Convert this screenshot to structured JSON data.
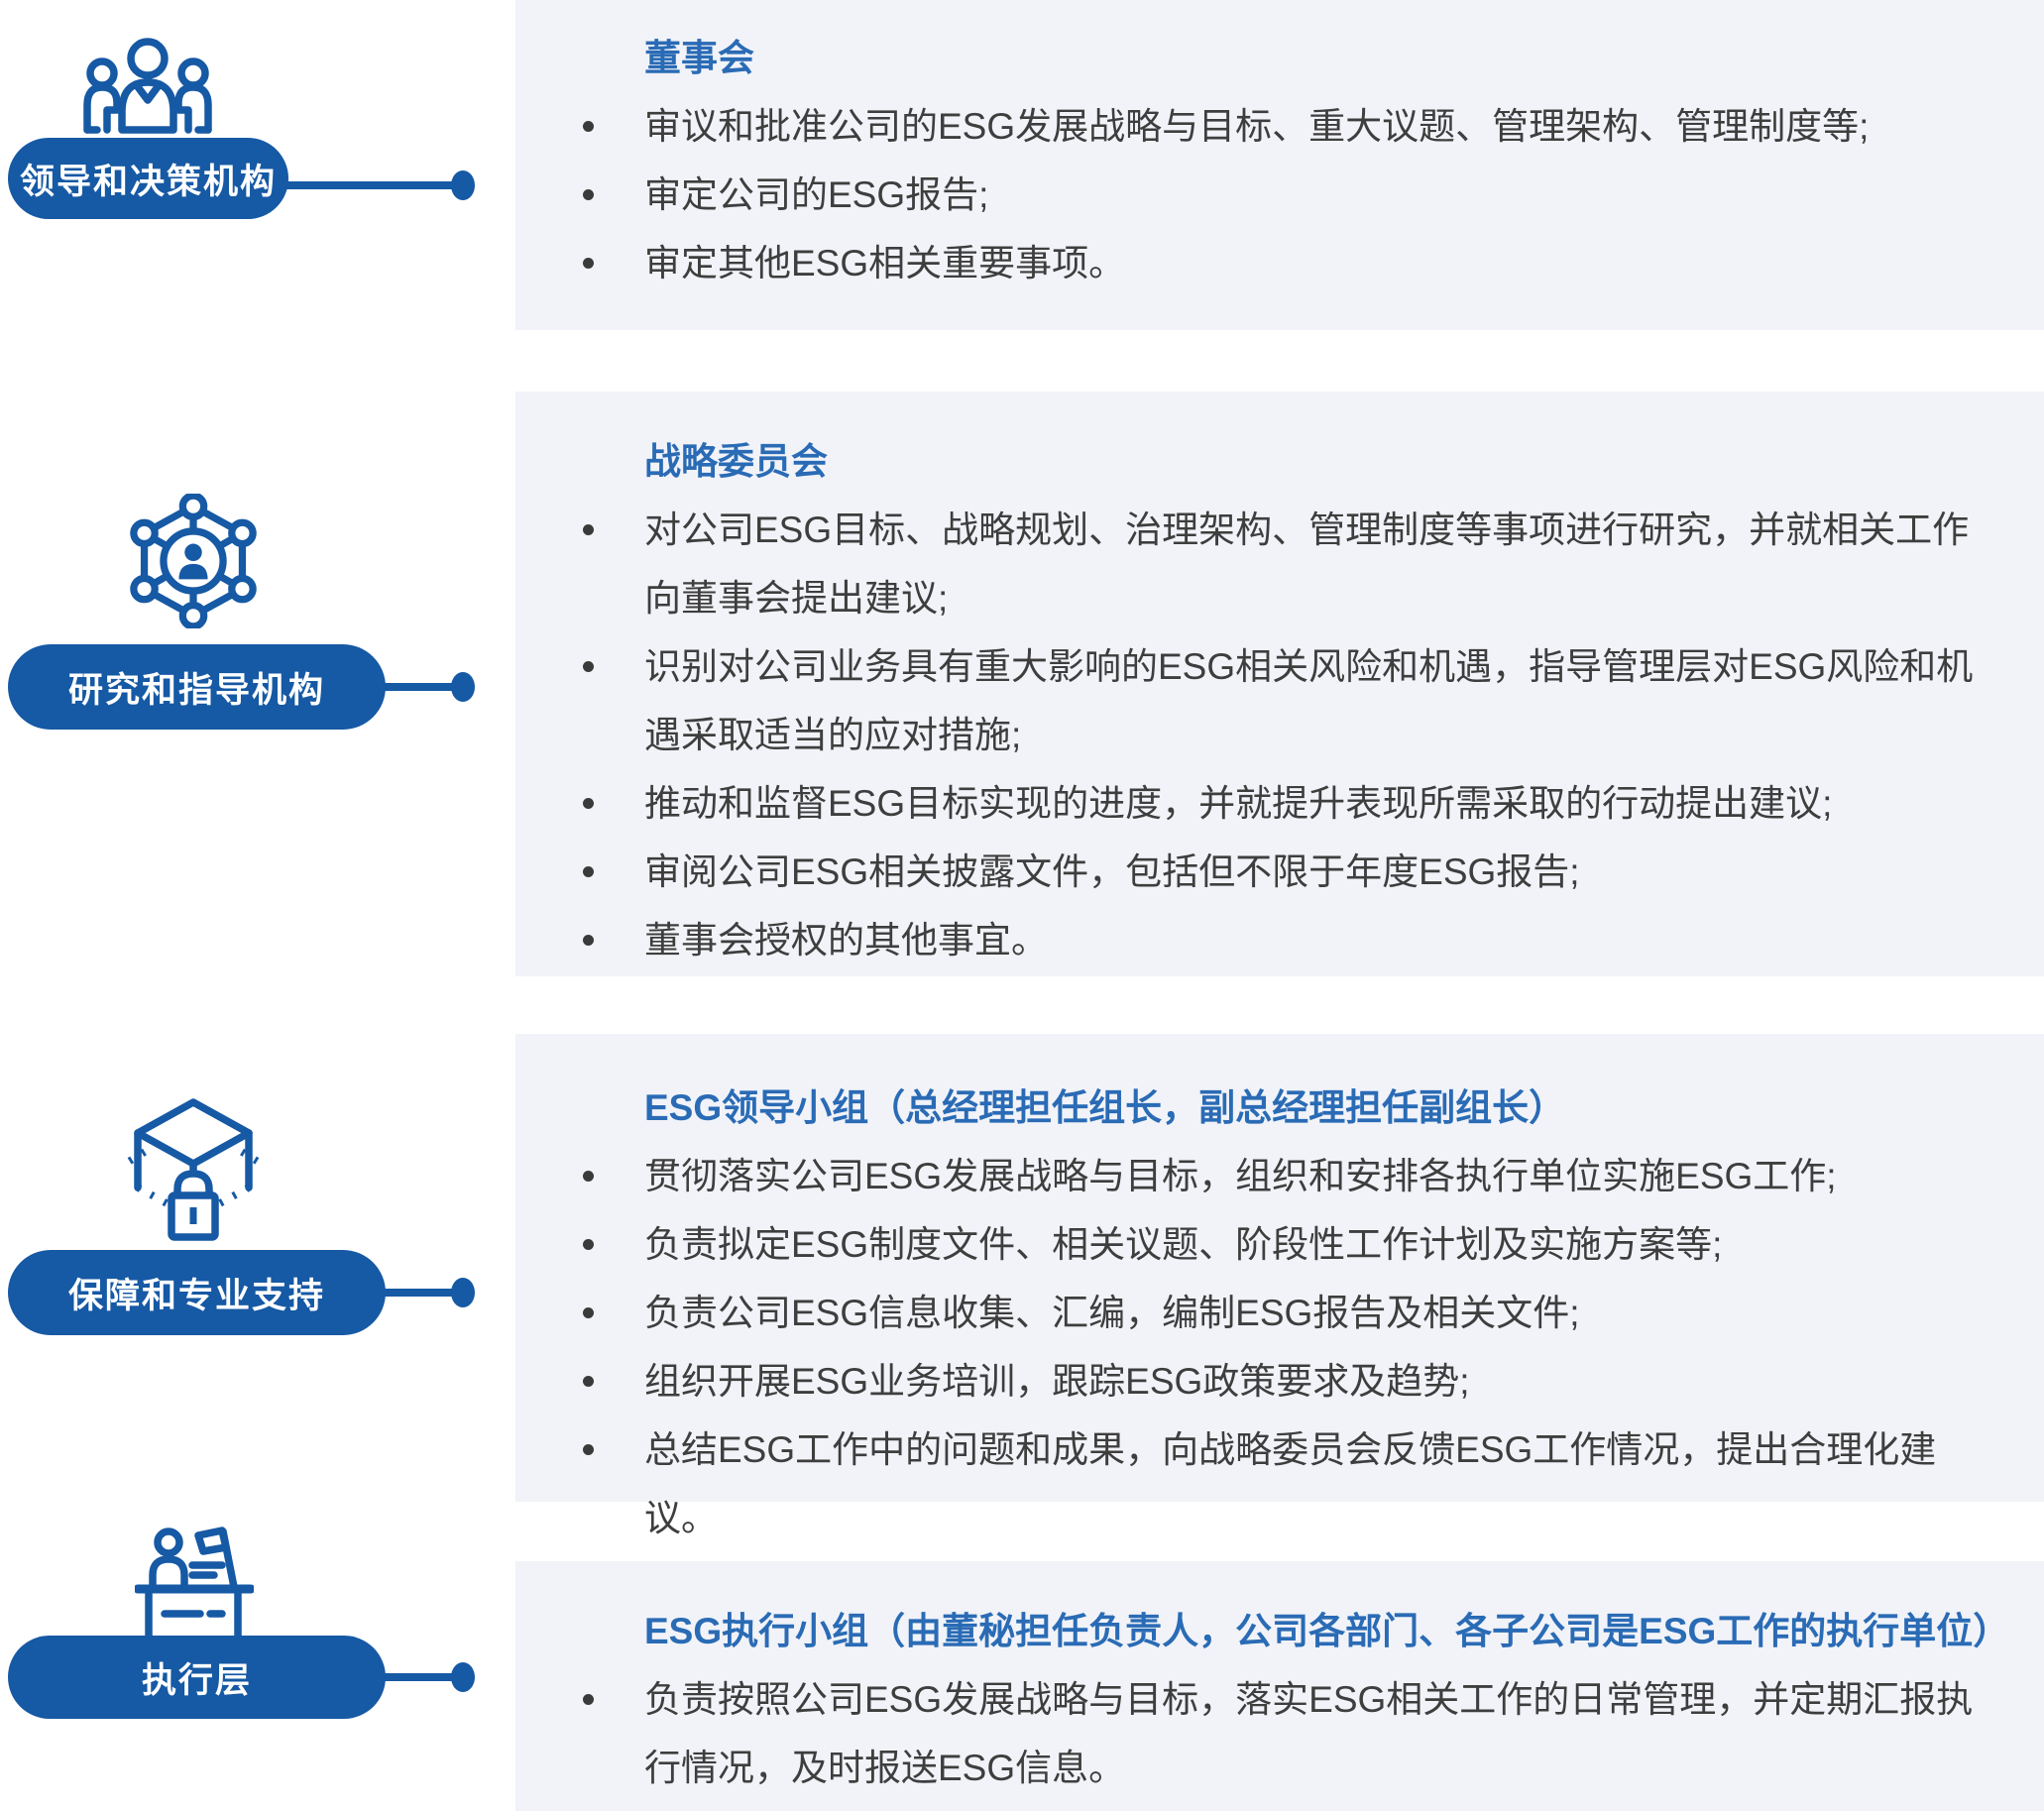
{
  "diagram_title": "ESG governance structure",
  "colors": {
    "primary_blue": "#1659A4",
    "title_blue": "#2A6BB5",
    "body_text": "#3E3E3E",
    "box_background": "#F1F3F8",
    "pill_text": "#FFFFFF"
  },
  "sections": [
    {
      "label": "领导和决策机构",
      "icon": "people-group-icon",
      "title": "董事会",
      "bullets": [
        "审议和批准公司的ESG发展战略与目标、重大议题、管理架构、管理制度等;",
        "审定公司的ESG报告;",
        "审定其他ESG相关重要事项。"
      ]
    },
    {
      "label": "研究和指导机构",
      "icon": "network-person-icon",
      "title": "战略委员会",
      "bullets": [
        "对公司ESG目标、战略规划、治理架构、管理制度等事项进行研究，并就相关工作向董事会提出建议;",
        "识别对公司业务具有重大影响的ESG相关风险和机遇，指导管理层对ESG风险和机遇采取适当的应对措施;",
        "推动和监督ESG目标实现的进度，并就提升表现所需采取的行动提出建议;",
        "审阅公司ESG相关披露文件，包括但不限于年度ESG报告;",
        "董事会授权的其他事宜。"
      ]
    },
    {
      "label": "保障和专业支持",
      "icon": "secure-box-lock-icon",
      "title": "ESG领导小组（总经理担任组长，副总经理担任副组长）",
      "bullets": [
        "贯彻落实公司ESG发展战略与目标，组织和安排各执行单位实施ESG工作;",
        "负责拟定ESG制度文件、相关议题、阶段性工作计划及实施方案等;",
        "负责公司ESG信息收集、汇编，编制ESG报告及相关文件;",
        "组织开展ESG业务培训，跟踪ESG政策要求及趋势;",
        "总结ESG工作中的问题和成果，向战略委员会反馈ESG工作情况，提出合理化建议。"
      ]
    },
    {
      "label": "执行层",
      "icon": "person-desk-icon",
      "title": "ESG执行小组（由董秘担任负责人，公司各部门、各子公司是ESG工作的执行单位）",
      "bullets": [
        "负责按照公司ESG发展战略与目标，落实ESG相关工作的日常管理，并定期汇报执行情况，及时报送ESG信息。"
      ]
    }
  ]
}
